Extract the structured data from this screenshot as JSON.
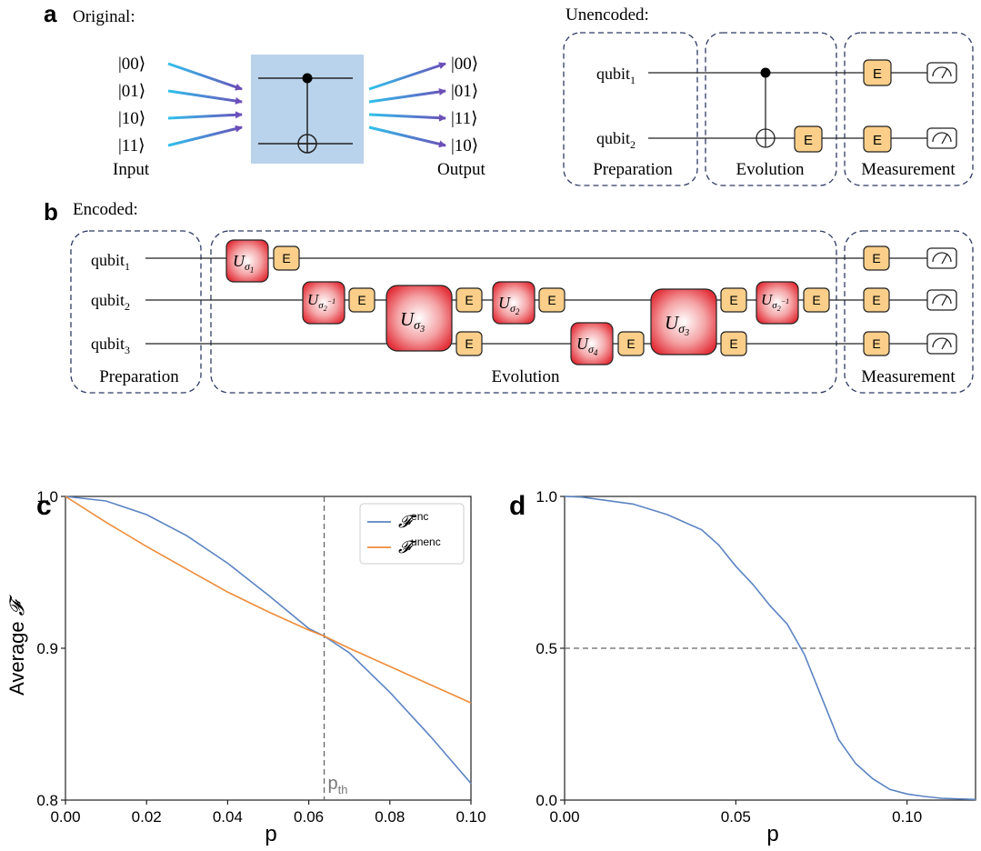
{
  "panels": {
    "a": {
      "letter": "a",
      "original_title": "Original:",
      "inputs": [
        "|00⟩",
        "|01⟩",
        "|10⟩",
        "|11⟩"
      ],
      "outputs": [
        "|00⟩",
        "|01⟩",
        "|11⟩",
        "|10⟩"
      ],
      "input_label": "Input",
      "output_label": "Output",
      "unencoded_title": "Unencoded:",
      "qubits": [
        {
          "name": "qubit",
          "sub": "1"
        },
        {
          "name": "qubit",
          "sub": "2"
        }
      ],
      "stages": [
        "Preparation",
        "Evolution",
        "Measurement"
      ],
      "error_gate_label": "E"
    },
    "b": {
      "letter": "b",
      "title": "Encoded:",
      "qubits": [
        {
          "name": "qubit",
          "sub": "1"
        },
        {
          "name": "qubit",
          "sub": "2"
        },
        {
          "name": "qubit",
          "sub": "3"
        }
      ],
      "stages": [
        "Preparation",
        "Evolution",
        "Measurement"
      ],
      "error_gate_label": "E",
      "gates": [
        {
          "base": "U",
          "sigma": "σ",
          "sub": "1",
          "sup": ""
        },
        {
          "base": "U",
          "sigma": "σ",
          "sub": "2",
          "sup": "−1"
        },
        {
          "base": "U",
          "sigma": "σ",
          "sub": "3",
          "sup": ""
        },
        {
          "base": "U",
          "sigma": "σ",
          "sub": "2",
          "sup": ""
        },
        {
          "base": "U",
          "sigma": "σ",
          "sub": "4",
          "sup": ""
        },
        {
          "base": "U",
          "sigma": "σ",
          "sub": "3",
          "sup": ""
        },
        {
          "base": "U",
          "sigma": "σ",
          "sub": "2",
          "sup": "−1"
        }
      ]
    },
    "c": {
      "letter": "c"
    },
    "d": {
      "letter": "d"
    }
  },
  "chart_data": [
    {
      "type": "line",
      "panel": "c",
      "xlabel": "p",
      "ylabel_text": "Average",
      "ylabel_symbol": "𝓕",
      "xlim": [
        0,
        0.1
      ],
      "ylim": [
        0.8,
        1.0
      ],
      "xticks": [
        "0.00",
        "0.02",
        "0.04",
        "0.06",
        "0.08",
        "0.10"
      ],
      "xtick_values": [
        0,
        0.02,
        0.04,
        0.06,
        0.08,
        0.1
      ],
      "yticks": [
        "0.8",
        "0.9",
        "1.0"
      ],
      "ytick_values": [
        0.8,
        0.9,
        1.0
      ],
      "threshold": {
        "x": 0.0638,
        "label": "p",
        "label_sub": "th"
      },
      "legend_position": "top-right",
      "grid": false,
      "series": [
        {
          "name": "𝓕",
          "name_sup": "enc",
          "color": "#5b84c2",
          "x": [
            0,
            0.01,
            0.02,
            0.03,
            0.04,
            0.05,
            0.06,
            0.0638,
            0.07,
            0.08,
            0.09,
            0.1
          ],
          "y": [
            1.0,
            0.997,
            0.988,
            0.974,
            0.956,
            0.935,
            0.913,
            0.908,
            0.897,
            0.871,
            0.842,
            0.811
          ]
        },
        {
          "name": "𝓕",
          "name_sup": "unenc",
          "color": "#ee8c3a",
          "x": [
            0,
            0.01,
            0.02,
            0.03,
            0.04,
            0.05,
            0.06,
            0.0638,
            0.07,
            0.08,
            0.09,
            0.1
          ],
          "y": [
            1.0,
            0.983,
            0.967,
            0.952,
            0.937,
            0.924,
            0.912,
            0.908,
            0.9,
            0.888,
            0.876,
            0.864
          ]
        }
      ]
    },
    {
      "type": "line",
      "panel": "d",
      "xlabel": "p",
      "xlim": [
        0,
        0.12
      ],
      "ylim": [
        0,
        1.0
      ],
      "xticks": [
        "0.00",
        "0.05",
        "0.10"
      ],
      "xtick_values": [
        0,
        0.05,
        0.1
      ],
      "yticks": [
        "0.0",
        "0.5",
        "1.0"
      ],
      "ytick_values": [
        0,
        0.5,
        1.0
      ],
      "hline": 0.5,
      "grid": false,
      "series": [
        {
          "color": "#5b84c2",
          "x": [
            0,
            0.005,
            0.01,
            0.02,
            0.03,
            0.04,
            0.045,
            0.05,
            0.055,
            0.06,
            0.065,
            0.07,
            0.075,
            0.08,
            0.085,
            0.09,
            0.095,
            0.1,
            0.105,
            0.11,
            0.12
          ],
          "y": [
            1.0,
            0.998,
            0.99,
            0.975,
            0.94,
            0.89,
            0.84,
            0.77,
            0.71,
            0.64,
            0.58,
            0.48,
            0.34,
            0.2,
            0.12,
            0.07,
            0.035,
            0.02,
            0.012,
            0.006,
            0.002
          ]
        }
      ]
    }
  ]
}
